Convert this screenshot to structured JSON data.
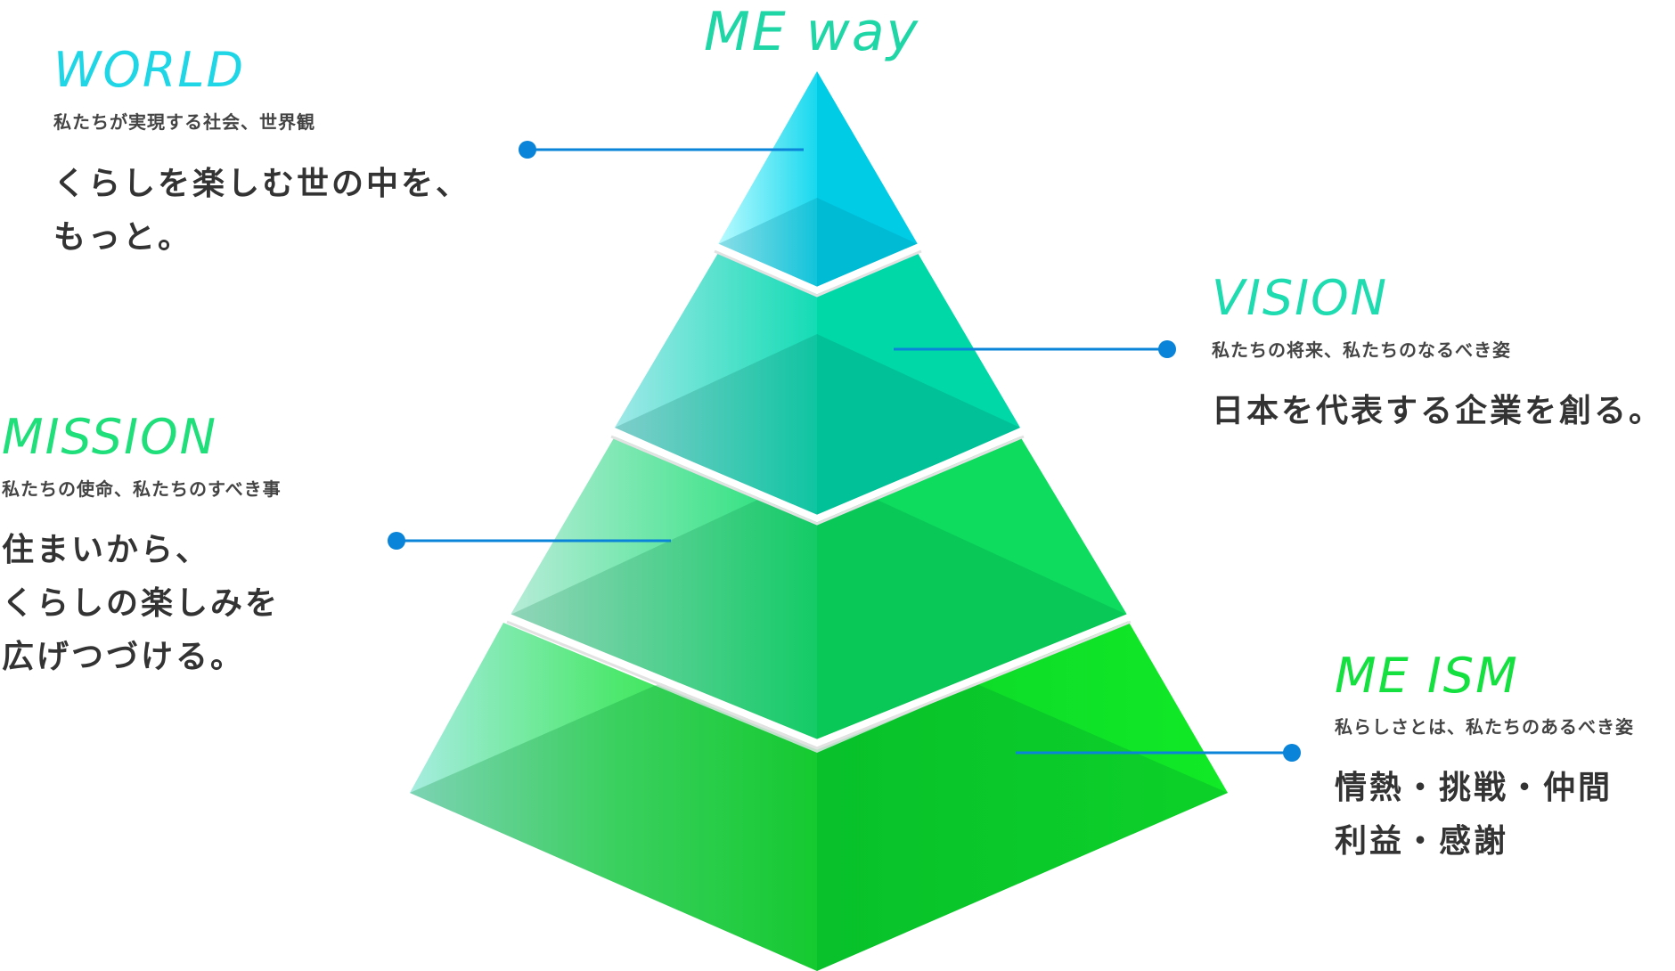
{
  "header": {
    "title": "ME way"
  },
  "layers": {
    "world": {
      "title": "WORLD",
      "subtitle": "私たちが実現する社会、世界観",
      "lines": [
        "くらしを楽しむ世の中を、",
        "もっと。"
      ]
    },
    "vision": {
      "title": "VISION",
      "subtitle": "私たちの将来、私たちのなるべき姿",
      "lines": [
        "日本を代表する企業を創る。"
      ]
    },
    "mission": {
      "title": "MISSION",
      "subtitle": "私たちの使命、私たちのすべき事",
      "lines": [
        "住まいから、",
        "くらしの楽しみを",
        "広げつづける。"
      ]
    },
    "meism": {
      "title": "ME ISM",
      "subtitle": "私らしさとは、私たちのあるべき姿",
      "lines": [
        "情熱・挑戦・仲間",
        "利益・感謝"
      ]
    }
  },
  "colors": {
    "title_top": "#1ed6e6",
    "title_mid": "#1fdf7a",
    "title_bottom": "#14e040",
    "connector": "#0a84d8",
    "tier_world": "#00cfe8",
    "tier_vision": "#00d9a0",
    "tier_mission": "#00e060",
    "tier_meism": "#10e020"
  }
}
